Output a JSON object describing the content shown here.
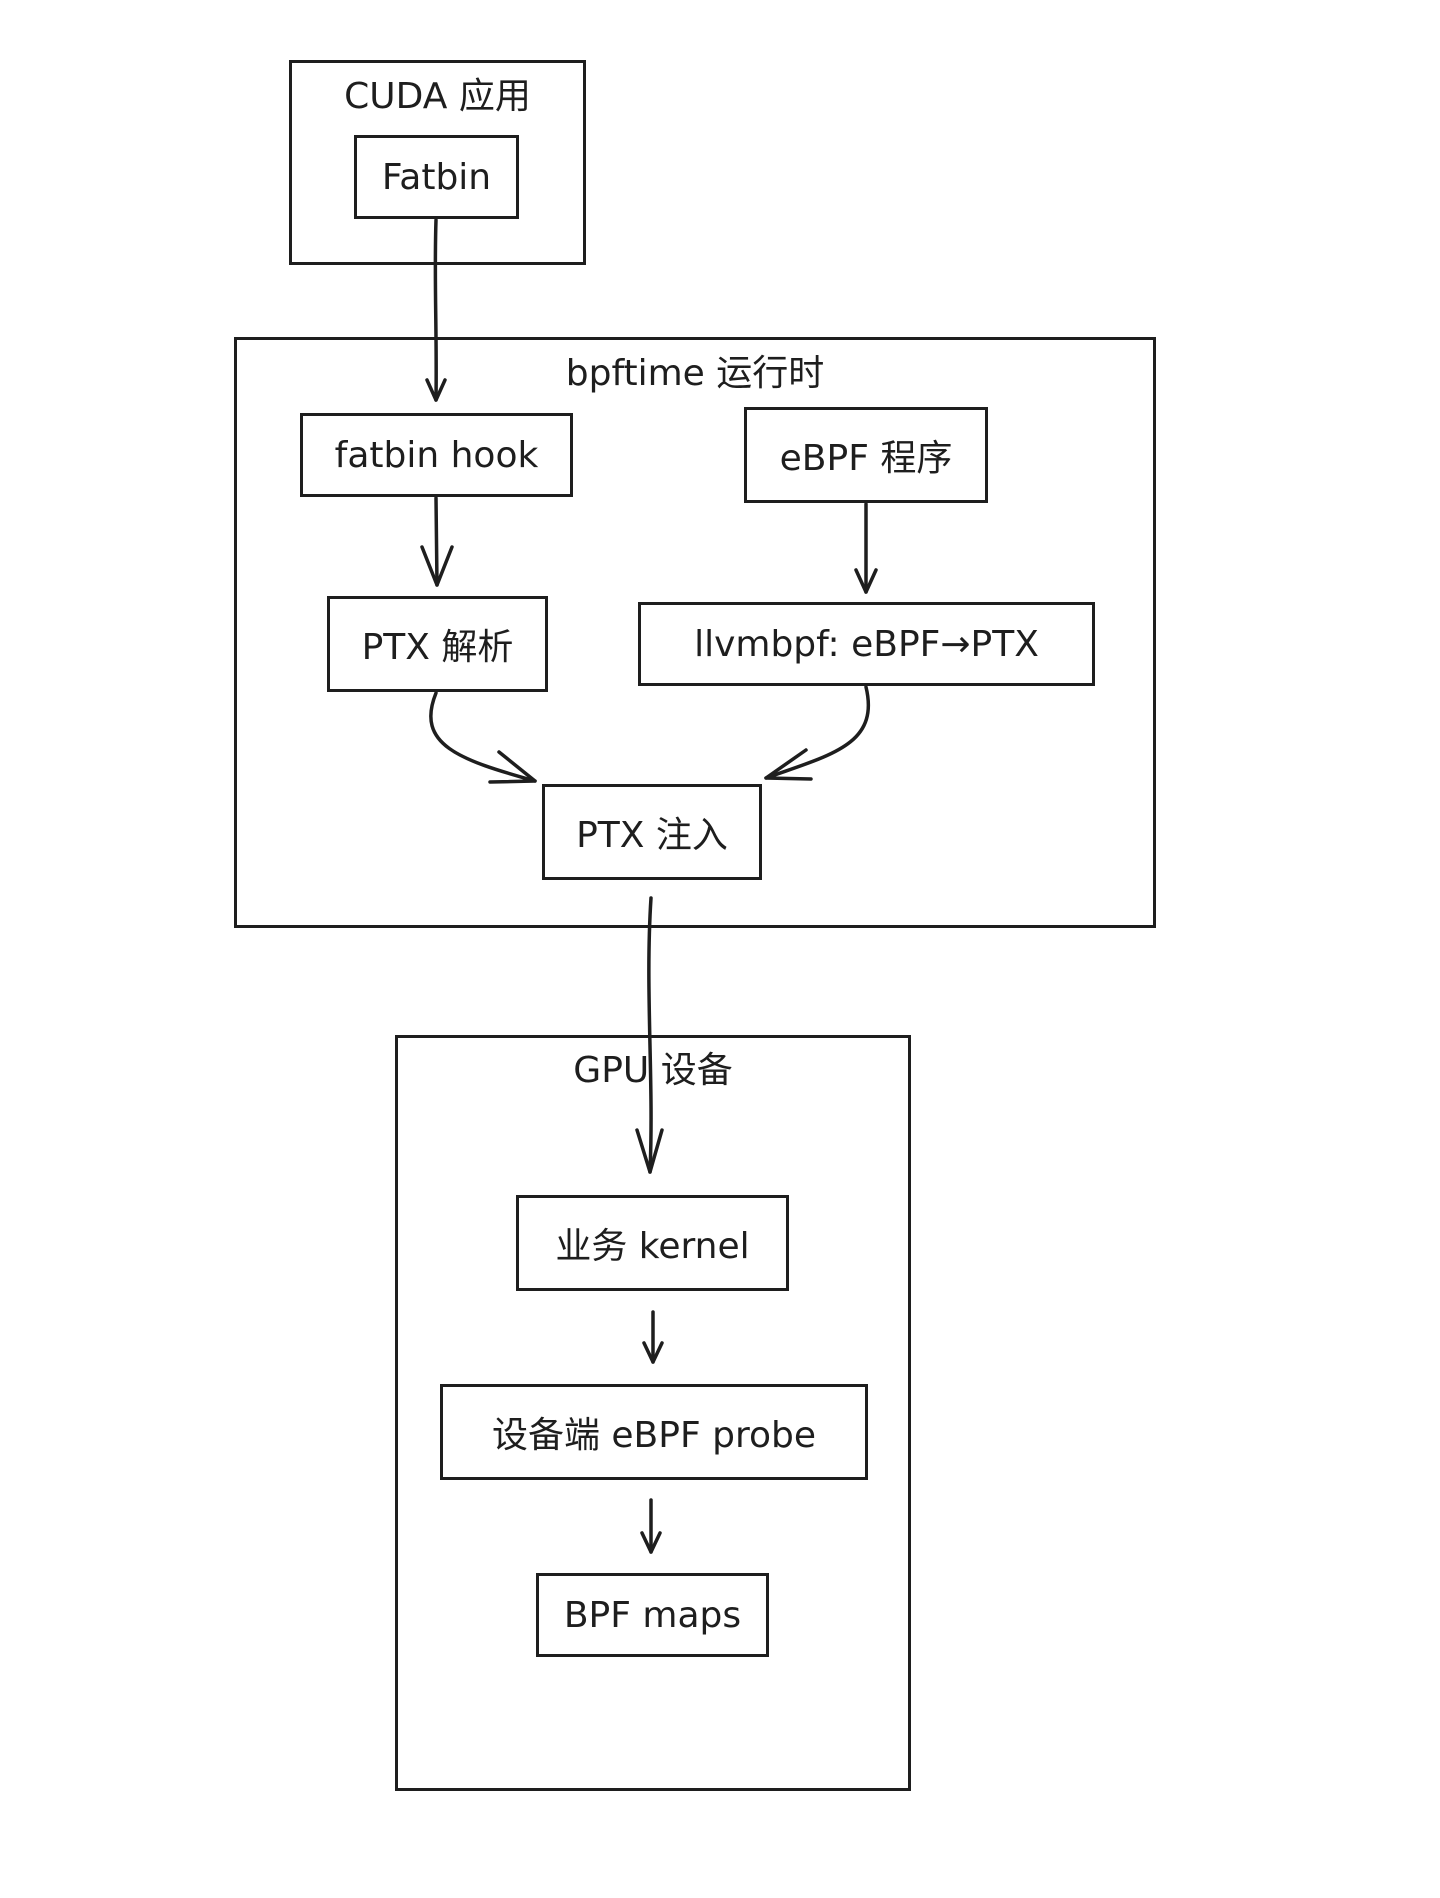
{
  "groups": {
    "cuda_app": {
      "title": "CUDA 应用"
    },
    "bpftime_runtime": {
      "title": "bpftime 运行时"
    },
    "gpu_device": {
      "title": "GPU 设备"
    }
  },
  "nodes": {
    "fatbin": "Fatbin",
    "fatbin_hook": "fatbin hook",
    "ebpf_program": "eBPF 程序",
    "ptx_parse": "PTX 解析",
    "llvmbpf": "llvmbpf: eBPF→PTX",
    "ptx_inject": "PTX 注入",
    "business_kernel": "业务 kernel",
    "device_probe": "设备端 eBPF probe",
    "bpf_maps": "BPF maps"
  },
  "edges": [
    {
      "from": "Fatbin",
      "to": "fatbin hook"
    },
    {
      "from": "fatbin hook",
      "to": "PTX 解析"
    },
    {
      "from": "eBPF 程序",
      "to": "llvmbpf: eBPF→PTX"
    },
    {
      "from": "PTX 解析",
      "to": "PTX 注入"
    },
    {
      "from": "llvmbpf: eBPF→PTX",
      "to": "PTX 注入"
    },
    {
      "from": "PTX 注入",
      "to": "业务 kernel"
    },
    {
      "from": "业务 kernel",
      "to": "设备端 eBPF probe"
    },
    {
      "from": "设备端 eBPF probe",
      "to": "BPF maps"
    }
  ]
}
